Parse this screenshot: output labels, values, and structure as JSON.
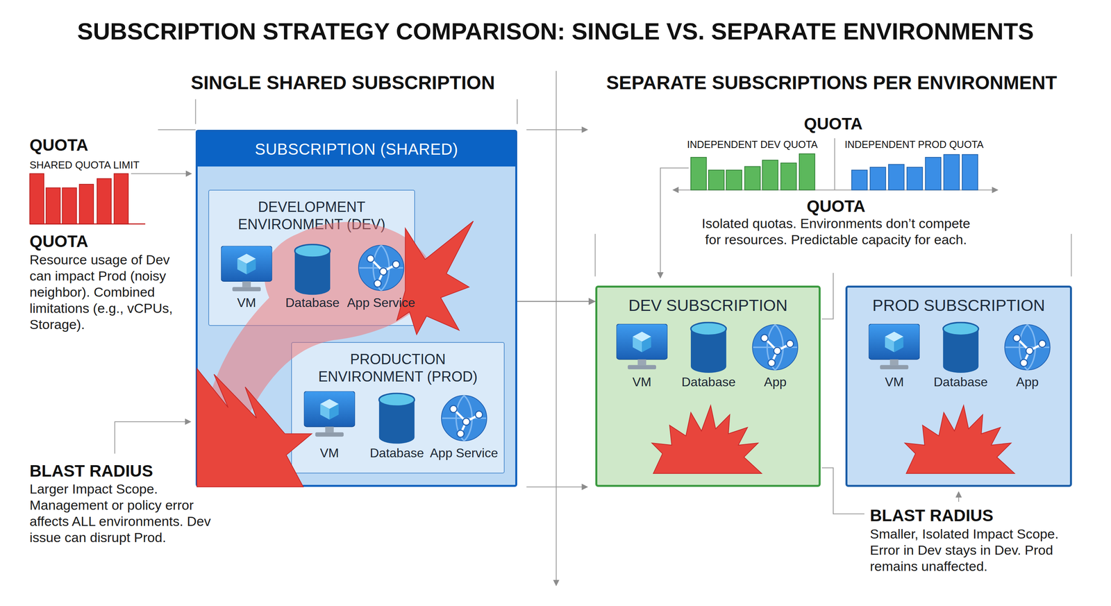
{
  "diagram": {
    "title": "SUBSCRIPTION STRATEGY COMPARISON: SINGLE VS. SEPARATE ENVIRONMENTS",
    "nodes": [
      {
        "text": [
          "SUBSCRIPTION (SHARED)"
        ]
      },
      {
        "text": [
          "DEVELOPMENT ENVIRONMENT (DEV)"
        ],
        "in": 0
      },
      {
        "text": [
          "PRODUCTION ENVIRONMENT (PROD)"
        ],
        "in": 0
      },
      {
        "text": [
          "DEV SUBSCRIPTION"
        ]
      },
      {
        "text": [
          "PROD SUBSCRIPTION"
        ]
      }
    ],
    "edges": [
      {
        "from": 0,
        "to": 3,
        "arrow": "to"
      }
    ],
    "labels": [
      "SINGLE SHARED SUBSCRIPTION",
      "SEPARATE SUBSCRIPTIONS PER ENVIRONMENT",
      "QUOTA",
      "SHARED QUOTA LIMIT",
      "QUOTA",
      "Resource usage of Dev can impact Prod (noisy neighbor). Combined limitations (e.g., vCPUs, Storage).",
      "BLAST RADIUS",
      "Larger Impact Scope. Management or policy error affects ALL environments. Dev issue can disrupt Prod.",
      "VM",
      "Database",
      "App Service",
      "VM",
      "Database",
      "App Service",
      "QUOTA",
      "INDEPENDENT DEV QUOTA",
      "INDEPENDENT PROD QUOTA",
      "QUOTA",
      "Isolated quotas. Environments don’t compete for resources. Predictable capacity for each.",
      "VM",
      "Database",
      "App",
      "VM",
      "Database",
      "App",
      "BLAST RADIUS",
      "Smaller, Isolated Impact Scope. Error in Dev stays in Dev. Prod remains unaffected."
    ]
  }
}
